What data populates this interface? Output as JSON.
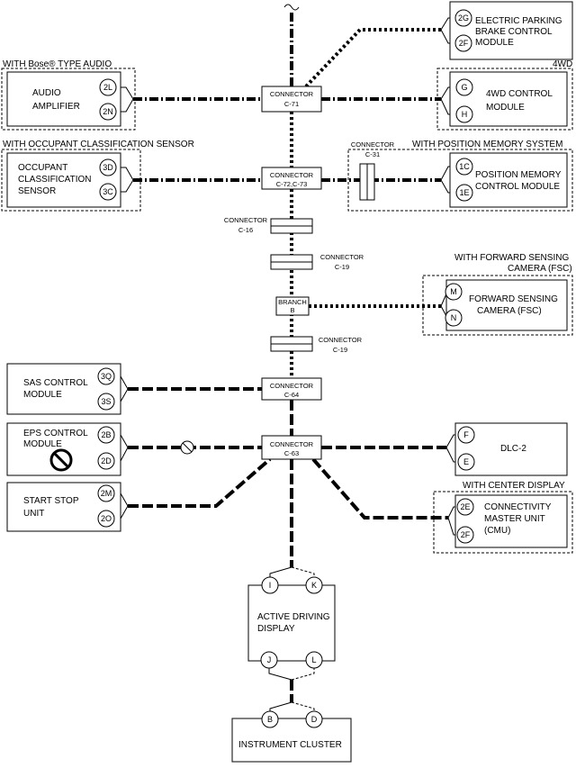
{
  "groups": {
    "bose": "WITH Bose® TYPE AUDIO",
    "fourwd": "4WD",
    "occupant": "WITH OCCUPANT CLASSIFICATION SENSOR",
    "position_memory": "WITH POSITION MEMORY SYSTEM",
    "fsc_line1": "WITH FORWARD SENSING",
    "fsc_line2": "CAMERA (FSC)",
    "center_display": "WITH CENTER DISPLAY"
  },
  "modules": {
    "epb": [
      "ELECTRIC PARKING",
      "BRAKE CONTROL",
      "MODULE"
    ],
    "audio": [
      "AUDIO",
      "AMPLIFIER"
    ],
    "fourwd": [
      "4WD CONTROL",
      "MODULE"
    ],
    "occupant": [
      "OCCUPANT",
      "CLASSIFICATION",
      "SENSOR"
    ],
    "position_memory": [
      "POSITION MEMORY",
      "CONTROL MODULE"
    ],
    "fsc": [
      "FORWARD SENSING",
      "CAMERA (FSC)"
    ],
    "sas": [
      "SAS CONTROL",
      "MODULE"
    ],
    "eps": [
      "EPS CONTROL",
      "MODULE"
    ],
    "dlc": [
      "DLC-2"
    ],
    "start_stop": [
      "START STOP",
      "UNIT"
    ],
    "cmu": [
      "CONNECTIVITY",
      "MASTER UNIT",
      "(CMU)"
    ],
    "add": [
      "ACTIVE DRIVING",
      "DISPLAY"
    ],
    "cluster": [
      "INSTRUMENT CLUSTER"
    ]
  },
  "connectors": {
    "c71": [
      "CONNECTOR",
      "C-71"
    ],
    "c72": [
      "CONNECTOR",
      "C-72,C-73"
    ],
    "c31": [
      "CONNECTOR",
      "C-31"
    ],
    "c16": [
      "CONNECTOR",
      "C-16"
    ],
    "c19a": [
      "CONNECTOR",
      "C-19"
    ],
    "branch": [
      "BRANCH",
      "B"
    ],
    "c19b": [
      "CONNECTOR",
      "C-19"
    ],
    "c64": [
      "CONNECTOR",
      "C-64"
    ],
    "c63": [
      "CONNECTOR",
      "C-63"
    ]
  },
  "pins": {
    "epb": [
      "2G",
      "2F"
    ],
    "audio": [
      "2L",
      "2N"
    ],
    "fourwd": [
      "G",
      "H"
    ],
    "occupant": [
      "3D",
      "3C"
    ],
    "position_memory": [
      "1C",
      "1E"
    ],
    "fsc": [
      "M",
      "N"
    ],
    "sas": [
      "3Q",
      "3S"
    ],
    "eps": [
      "2B",
      "2D"
    ],
    "dlc": [
      "F",
      "E"
    ],
    "start_stop": [
      "2M",
      "2O"
    ],
    "cmu": [
      "2E",
      "2F"
    ],
    "add_top": [
      "I",
      "K"
    ],
    "add_bottom": [
      "J",
      "L"
    ],
    "cluster": [
      "B",
      "D"
    ]
  },
  "icons": {
    "prohibited": "no-entry-icon",
    "line_break": "wave-break-icon"
  }
}
